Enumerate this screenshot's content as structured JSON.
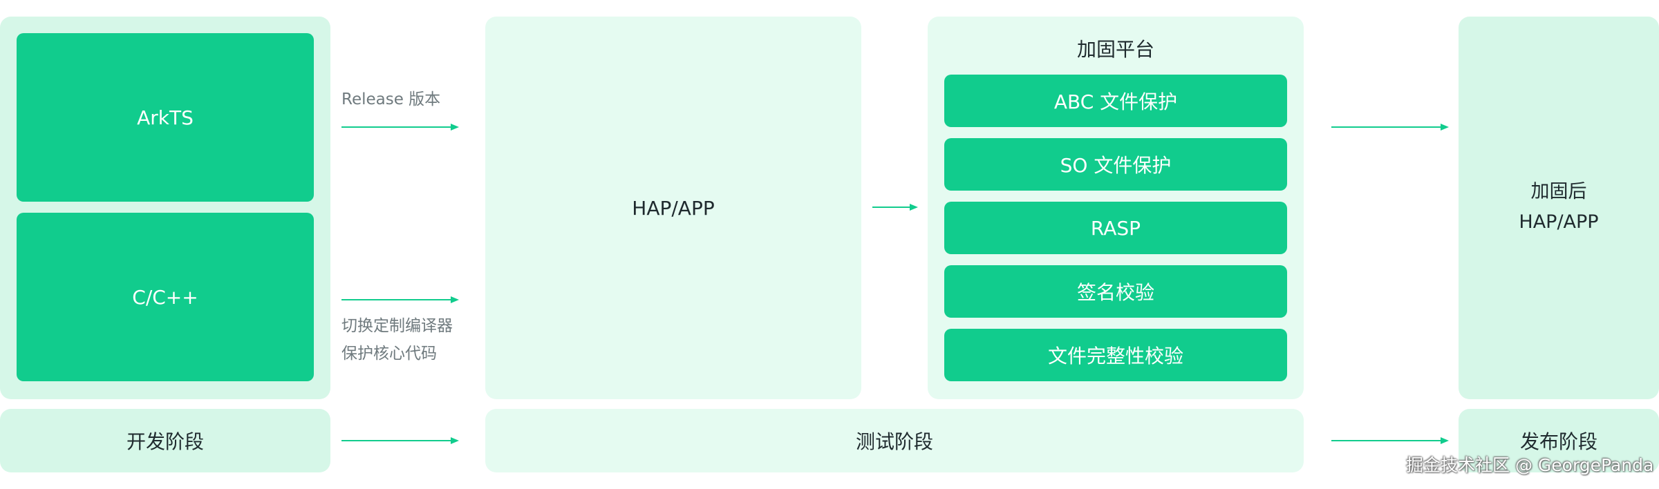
{
  "dev_stage": {
    "source_boxes": [
      "ArkTS",
      "C/C++"
    ],
    "label": "开发阶段"
  },
  "arrows": {
    "release_label": "Release 版本",
    "compiler_label_lines": [
      "切换定制编译器",
      "保护核心代码"
    ]
  },
  "test_stage": {
    "package_label": "HAP/APP",
    "label": "测试阶段"
  },
  "hardening_platform": {
    "title": "加固平台",
    "items": [
      "ABC 文件保护",
      "SO 文件保护",
      "RASP",
      "签名校验",
      "文件完整性校验"
    ]
  },
  "release_stage": {
    "result_lines": [
      "加固后",
      "HAP/APP"
    ],
    "label": "发布阶段"
  },
  "watermark": "掘金技术社区 @ GeorgePanda",
  "colors": {
    "accent_green": "#11cc8d",
    "panel_light": "#d6f7e8",
    "panel_pale": "#e5fbf1",
    "arrow": "#11cc8d"
  }
}
